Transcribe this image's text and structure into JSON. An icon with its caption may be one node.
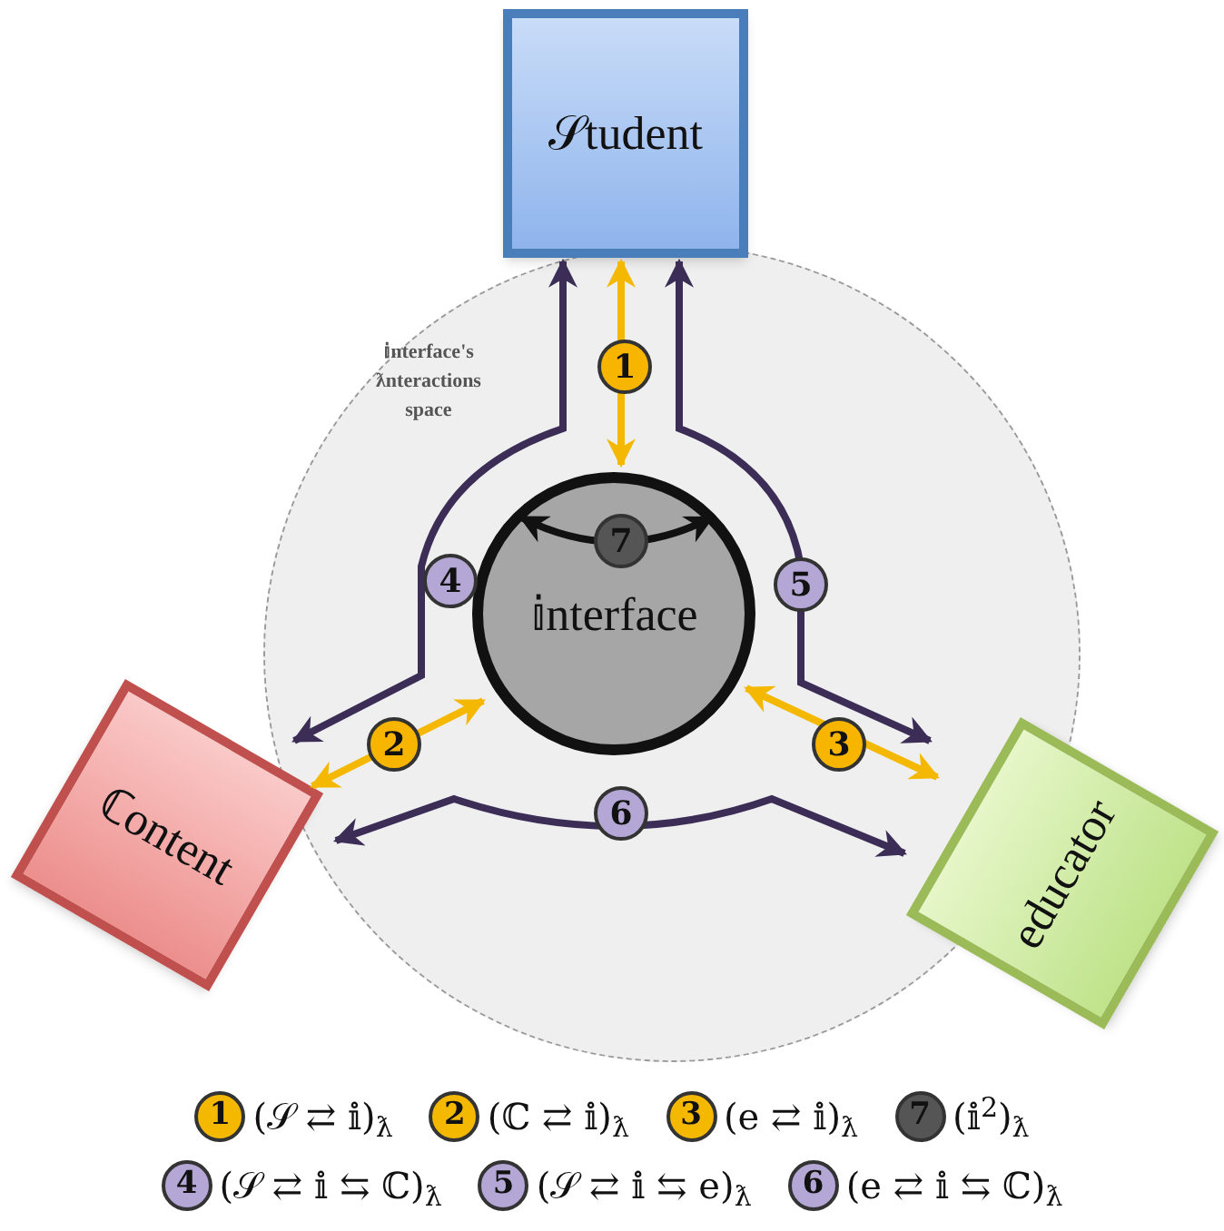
{
  "diagram": {
    "nodes": [
      {
        "text": [
          "𝕚nterface's ƛnteractions space"
        ]
      },
      {
        "text": [
          "𝒮tudent"
        ]
      },
      {
        "text": [
          "𝕚nterface"
        ],
        "in": 0
      },
      {
        "text": [
          "ℂontent"
        ]
      },
      {
        "text": [
          "educator"
        ]
      }
    ],
    "edges": [
      {
        "from": 1,
        "to": 2,
        "arrow": "both",
        "label": "1",
        "color": "#f5b800"
      },
      {
        "from": 3,
        "to": 2,
        "arrow": "both",
        "label": "2",
        "color": "#f5b800"
      },
      {
        "from": 4,
        "to": 2,
        "arrow": "both",
        "label": "3",
        "color": "#f5b800"
      },
      {
        "from": 1,
        "to": 3,
        "arrow": "both",
        "label": "4",
        "color": "#3b2d56"
      },
      {
        "from": 1,
        "to": 4,
        "arrow": "both",
        "label": "5",
        "color": "#3b2d56"
      },
      {
        "from": 3,
        "to": 4,
        "arrow": "both",
        "label": "6",
        "color": "#3b2d56"
      },
      {
        "from": 2,
        "to": 2,
        "arrow": "both",
        "label": "7",
        "color": "#111111"
      }
    ],
    "labels": [
      "1",
      "2",
      "3",
      "7",
      "4",
      "5",
      "6"
    ],
    "legend": [
      {
        "text": "(𝒮 ⇄ 𝕚)$_{ƛ}$",
        "color": "#f5b800"
      },
      {
        "text": "(ℂ ⇄ 𝕚)$_{ƛ}$",
        "color": "#f5b800"
      },
      {
        "text": "(e ⇄ 𝕚)$_{ƛ}$",
        "color": "#f5b800"
      },
      {
        "text": "(𝕚$^{2}$)$_{ƛ}$",
        "color": "#555555"
      },
      {
        "text": "(𝒮 ⇄ 𝕚 ⇆ ℂ)$_{ƛ}$",
        "color": "#b4a7d6"
      },
      {
        "text": "(𝒮 ⇄ 𝕚 ⇆ e)$_{ƛ}$",
        "color": "#b4a7d6"
      },
      {
        "text": "(e ⇄ 𝕚 ⇆ ℂ)$_{ƛ}$",
        "color": "#b4a7d6"
      }
    ]
  }
}
